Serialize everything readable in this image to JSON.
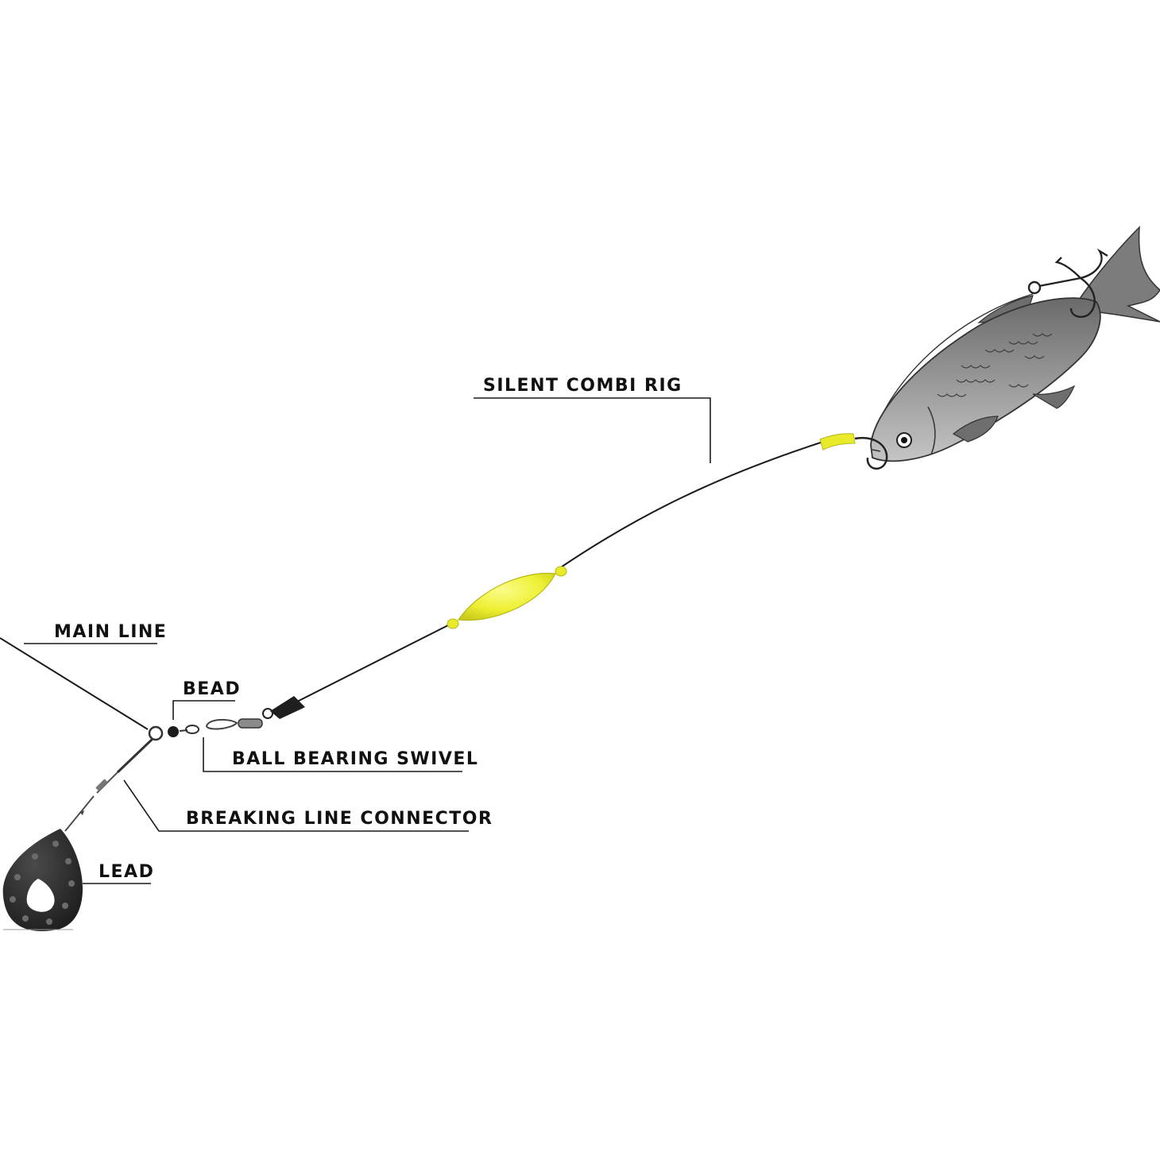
{
  "labels": {
    "silent_combi_rig": "SILENT COMBI RIG",
    "main_line": "MAIN LINE",
    "bead": "BEAD",
    "ball_bearing_swivel": "BALL BEARING SWIVEL",
    "breaking_line_connector": "BREAKING LINE CONNECTOR",
    "lead": "LEAD"
  },
  "colors": {
    "line": "#1a1a1a",
    "float": "#eef033",
    "float_shade": "#c9cc1a",
    "sleeve": "#e8ea2a",
    "fish_body": "#9a9a9a",
    "fish_dark": "#5e5e5e",
    "lead": "#2b2b2b",
    "background": "#ffffff"
  },
  "icons": {
    "bait_fish": "fish-illustration",
    "treble_hook": "treble-hook-icon",
    "single_hook": "single-hook-icon",
    "subfloat": "subfloat-icon",
    "lead_weight": "lead-weight-icon"
  }
}
